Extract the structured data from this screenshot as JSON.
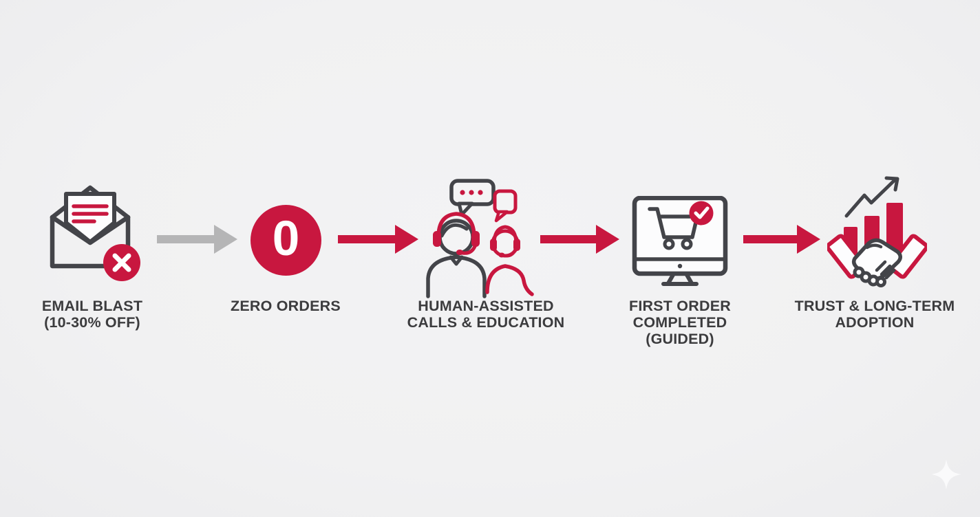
{
  "colors": {
    "background": "#f1f1f2",
    "accent_red": "#c8173f",
    "icon_gray": "#434449",
    "arrow_gray": "#b5b5b6",
    "text": "#3c3c3e",
    "badge_text": "#ffffff"
  },
  "flow": {
    "stages": [
      {
        "key": "email-blast",
        "icon": "email-rejected-icon",
        "label_lines": [
          "EMAIL BLAST",
          "(10-30% OFF)"
        ]
      },
      {
        "key": "zero-orders",
        "icon": "zero-badge-icon",
        "badge_value": "0",
        "label_lines": [
          "ZERO ORDERS"
        ]
      },
      {
        "key": "human-assisted-calls",
        "icon": "support-agents-icon",
        "label_lines": [
          "HUMAN-ASSISTED",
          "CALLS & EDUCATION"
        ]
      },
      {
        "key": "first-order-completed",
        "icon": "monitor-cart-check-icon",
        "label_lines": [
          "FIRST ORDER",
          "COMPLETED",
          "(GUIDED)"
        ]
      },
      {
        "key": "trust-long-term-adoption",
        "icon": "handshake-growth-icon",
        "label_lines": [
          "TRUST & LONG-TERM",
          "ADOPTION"
        ]
      }
    ],
    "connectors": [
      {
        "from": "email-blast",
        "to": "zero-orders",
        "style": "gray"
      },
      {
        "from": "zero-orders",
        "to": "human-assisted-calls",
        "style": "red"
      },
      {
        "from": "human-assisted-calls",
        "to": "first-order-completed",
        "style": "red"
      },
      {
        "from": "first-order-completed",
        "to": "trust-long-term-adoption",
        "style": "red"
      }
    ]
  },
  "watermark": {
    "icon": "sparkle-icon"
  }
}
